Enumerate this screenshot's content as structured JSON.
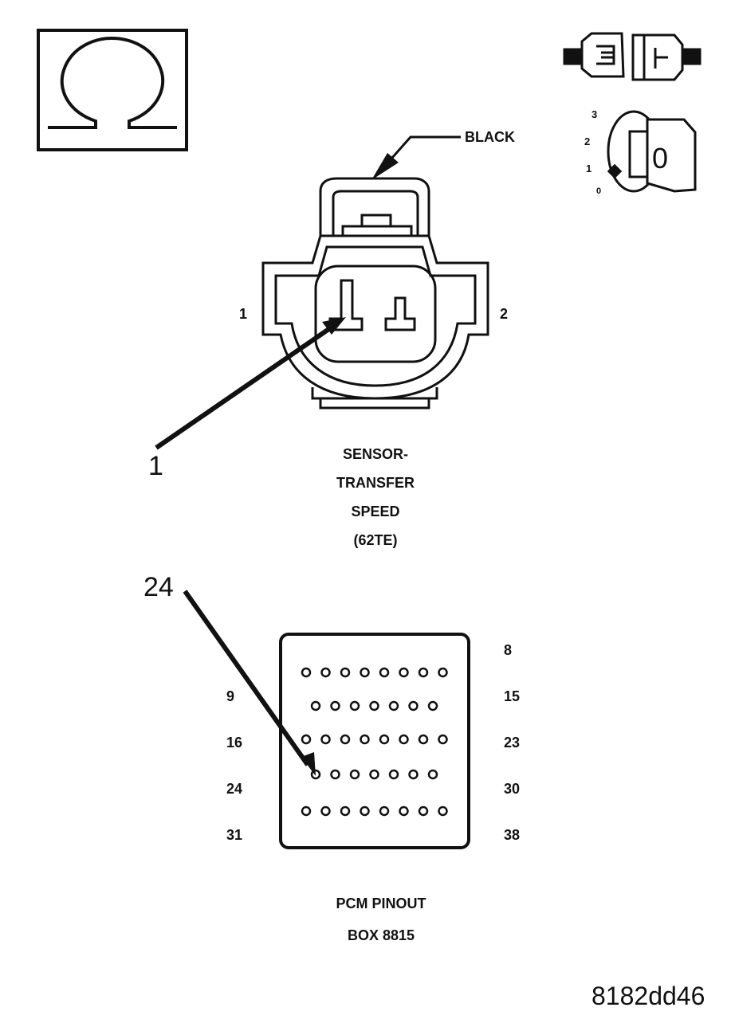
{
  "ohmmeter_symbol": "Ω",
  "ignition_key": {
    "positions": [
      "3",
      "2",
      "1",
      "0"
    ],
    "key_label": "0"
  },
  "connector": {
    "color_label": "BLACK",
    "pin_left": "1",
    "pin_right": "2",
    "callout": "1",
    "caption": [
      "SENSOR-",
      "TRANSFER",
      "SPEED",
      "(62TE)"
    ]
  },
  "pcm": {
    "callout": "24",
    "left_numbers": [
      "9",
      "16",
      "24",
      "31"
    ],
    "right_numbers": [
      "8",
      "15",
      "23",
      "30",
      "38"
    ],
    "caption": [
      "PCM PINOUT",
      "BOX 8815"
    ]
  },
  "figure_id": "8182dd46"
}
